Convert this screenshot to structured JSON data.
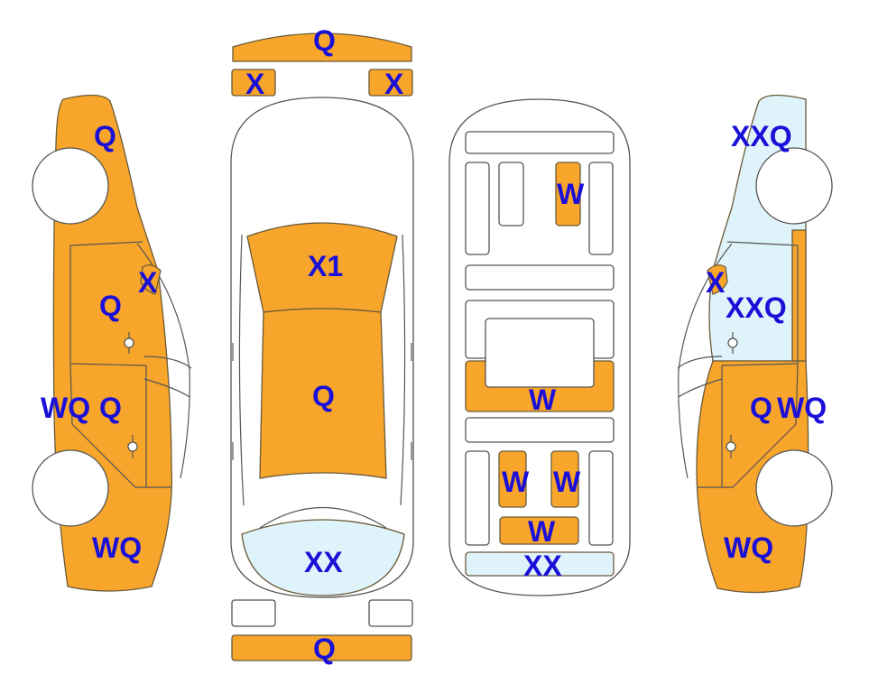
{
  "colors": {
    "damage": "#f7a52b",
    "light": "#dff3fa",
    "text": "#1a10d8",
    "outline": "#555555"
  },
  "left_side": {
    "roof_label": "Q",
    "pillar_label": "X",
    "front_door_label": "Q",
    "rear_door_label": "Q",
    "rear_door_outer_label": "WQ",
    "rear_fender_label": "WQ"
  },
  "top_view": {
    "front_bumper_label": "Q",
    "left_headlight_label": "X",
    "right_headlight_label": "X",
    "windshield_label": "X1",
    "roof_label": "Q",
    "rear_window_label": "XX",
    "rear_bumper_label": "Q"
  },
  "interior": {
    "front_seat_label": "W",
    "middle_panel_label": "W",
    "rear_left_label": "W",
    "rear_right_label": "W",
    "rear_center_label": "W",
    "trunk_label": "XX"
  },
  "right_side": {
    "front_label": "XXQ",
    "pillar_label": "X",
    "front_door_label": "XXQ",
    "rear_door_label": "Q",
    "rear_door_outer_label": "WQ",
    "rear_fender_label": "WQ"
  }
}
